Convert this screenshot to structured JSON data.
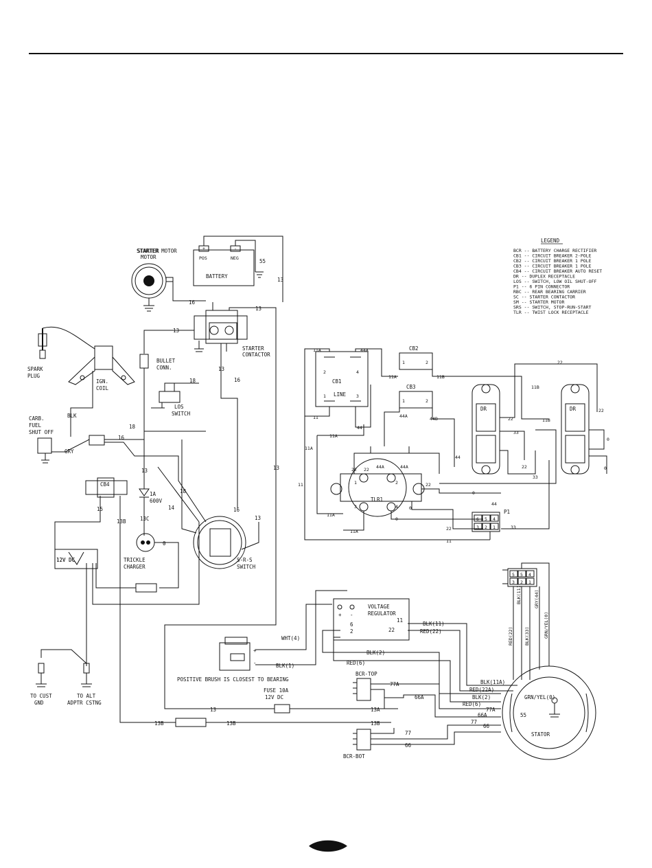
{
  "legend": {
    "title": "LEGEND",
    "entries": [
      "BCR -- BATTERY CHARGE RECTIFIER",
      "CB1 -- CIRCUIT BREAKER 2-POLE",
      "CB2 -- CIRCUIT BREAKER 1 POLE",
      "CB3 -- CIRCUIT BREAKER 1 POLE",
      "CB4 -- CIRCUIT BREAKER AUTO RESET",
      "DR -- DUPLEX RECEPTACLE",
      "LOS -- SWITCH, LOW OIL SHUT-OFF",
      "P1 -- 6 PIN CONNECTOR",
      "RBC -- REAR BEARING CARRIER",
      "SC -- STARTER CONTACTOR",
      "SM -- STARTER MOTOR",
      "SRS -- SWITCH, STOP-RUN-START",
      "TLR -- TWIST LOCK RECEPTACLE"
    ]
  },
  "components": {
    "starter_motor": "STARTER\nMOTOR",
    "battery": "BATTERY",
    "battery_pos": "POS",
    "battery_neg": "NEG",
    "battery_plus": "+",
    "battery_minus": "-",
    "starter_contactor": "STARTER\nCONTACTOR",
    "spark_plug": "SPARK\nPLUG",
    "ign_coil": "IGN.\nCOIL",
    "bullet_conn": "BULLET\nCONN.",
    "los_switch": "LOS\nSWITCH",
    "carb_fuel_shutoff": "CARB.\nFUEL\nSHUT OFF",
    "cb4": "CB4",
    "diode_rating": "1A\n600V",
    "dc_12v": "12V DC",
    "trickle_charger": "TRICKLE\nCHARGER",
    "srs_switch": "S-R-S\nSWITCH",
    "to_cust_gnd": "TO CUST\nGND",
    "to_alt": "TO ALT\nADPTR CSTNG",
    "positive_brush_note": "POSITIVE BRUSH IS CLOSEST TO BEARING",
    "fuse": "FUSE 10A\n12V DC",
    "voltage_regulator": "VOLTAGE\nREGULATOR",
    "bcr_top": "BCR-TOP",
    "bcr_bot": "BCR-BOT",
    "stator": "STATOR",
    "cb1": "CB1",
    "cb1_line": "LINE",
    "cb2": "CB2",
    "cb3": "CB3",
    "dr": "DR",
    "tlr1": "TLR1",
    "p1": "P1"
  },
  "wire_labels": {
    "w13": "13",
    "w16": "16",
    "w18": "18",
    "w14": "14",
    "w15": "15",
    "w13A": "13A",
    "w13B": "13B",
    "w13C": "13C",
    "w55": "55",
    "w0": "0",
    "wBLK": "BLK",
    "wGRY": "GRY",
    "w11": "11",
    "w11A": "11A",
    "w11B": "11B",
    "w22": "22",
    "w33": "33",
    "w44": "44",
    "w44A": "44A",
    "w44B": "44B",
    "w77": "77",
    "w77A": "77A",
    "w66": "66",
    "w66A": "66A",
    "wWHT4": "WHT(4)",
    "wBLK1": "BLK(1)",
    "wRED6": "RED(6)",
    "wBLK2": "BLK(2)",
    "wBLK11": "BLK(11)",
    "wRED22": "RED(22)",
    "wBLK11A": "BLK(11A)",
    "wRED22A": "RED(22A)",
    "wGRNYEL": "GRN/YEL(0)",
    "wGRY44": "GRY(44)",
    "wBLK33": "BLK(33)",
    "wGRNYEL0": "GRN/YEL(0)",
    "pin1": "1",
    "pin2": "2",
    "pin3": "3",
    "pin4": "4",
    "pin5": "5",
    "pin6": "6",
    "w6": "6",
    "w2": "2"
  }
}
